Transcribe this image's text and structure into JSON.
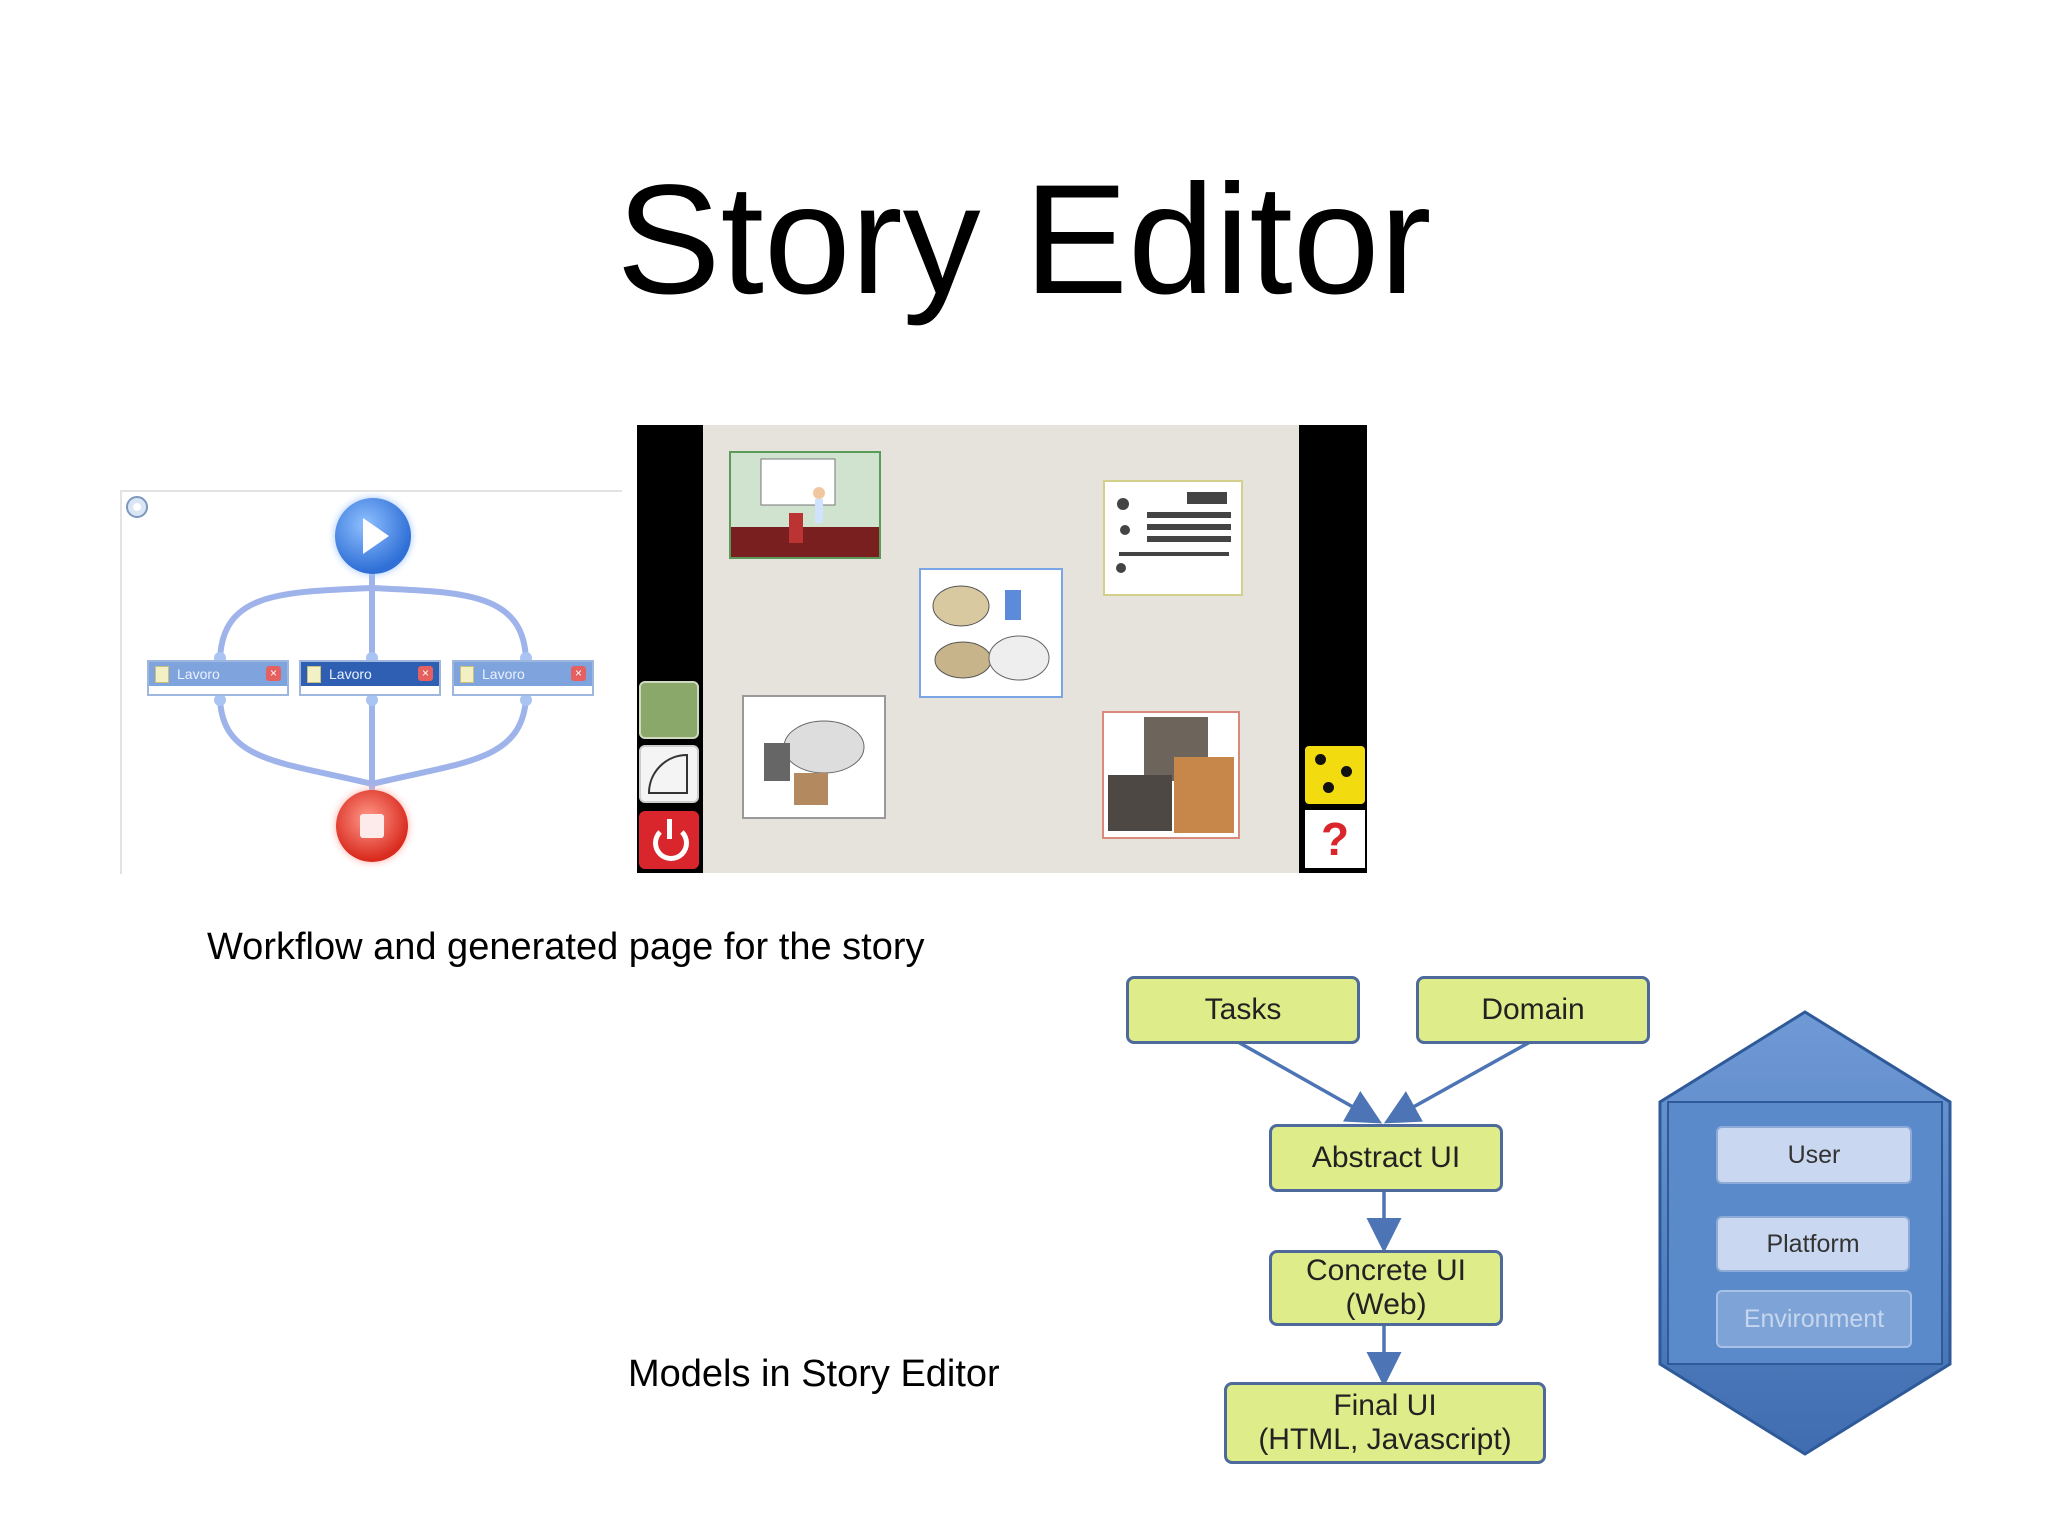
{
  "slide": {
    "title": "Story Editor",
    "caption_workflow": "Workflow and generated page for the story",
    "caption_models": "Models in Story Editor"
  },
  "workflow": {
    "tasks": [
      {
        "label": "Lavoro",
        "active": false
      },
      {
        "label": "Lavoro",
        "active": true
      },
      {
        "label": "Lavoro",
        "active": false
      }
    ],
    "start_icon": "play-icon",
    "end_icon": "stop-icon"
  },
  "models": {
    "tasks": "Tasks",
    "domain": "Domain",
    "abstract": "Abstract UI",
    "concrete_line1": "Concrete UI",
    "concrete_line2": "(Web)",
    "final_line1": "Final UI",
    "final_line2": "(HTML, Javascript)",
    "context": [
      "User",
      "Platform",
      "Environment"
    ]
  },
  "colors": {
    "model_box_fill": "#dfec8a",
    "model_box_border": "#4d6a9a",
    "hex_fill": "#4f80c4"
  }
}
